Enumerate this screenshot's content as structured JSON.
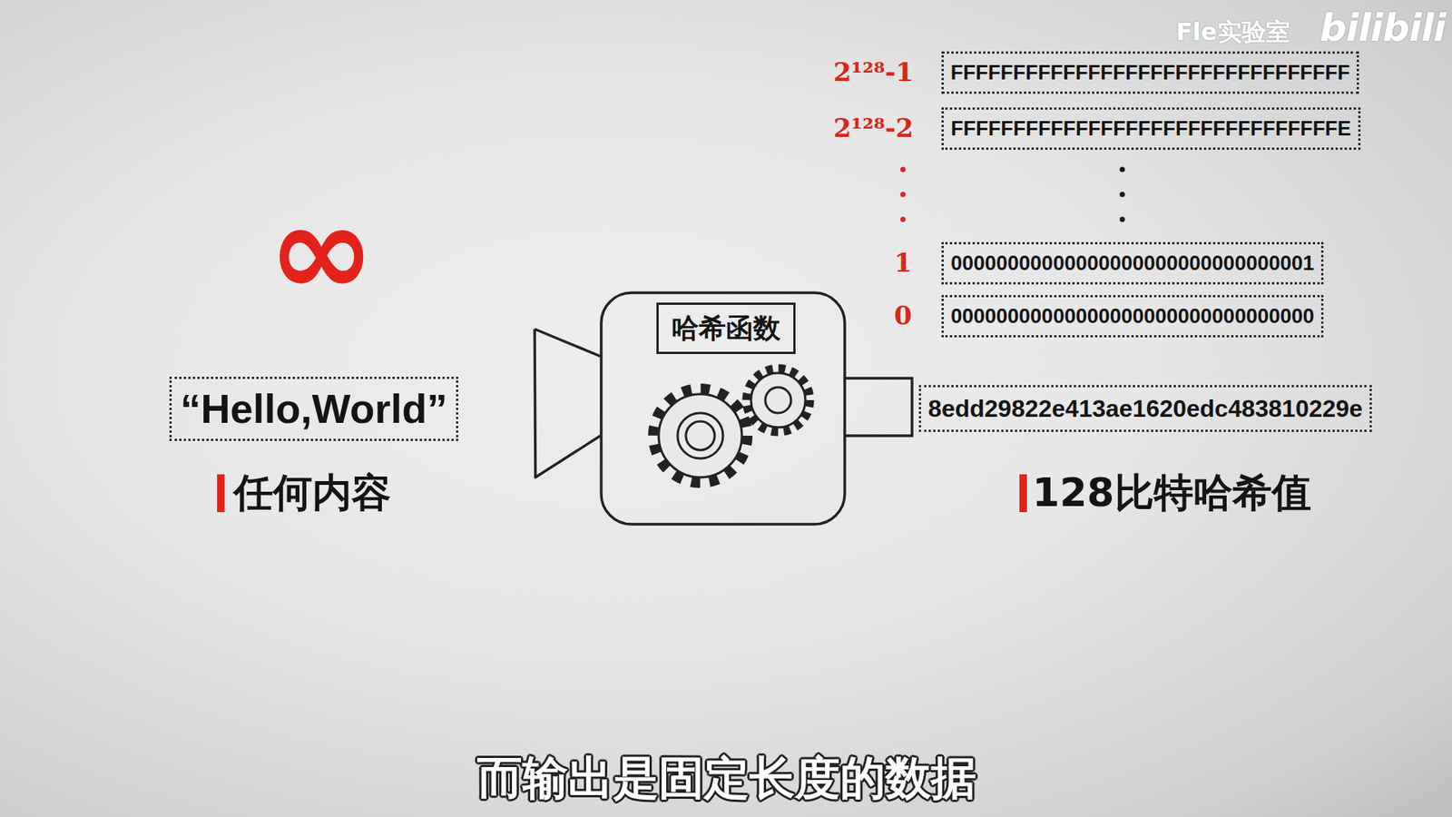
{
  "diagram": {
    "caption": "而输出是固定长度的数据",
    "nodes": [
      {
        "text": [
          "FFFFFFFFFFFFFFFFFFFFFFFFFFFFFFFF"
        ]
      },
      {
        "text": [
          "FFFFFFFFFFFFFFFFFFFFFFFFFFFFFFFE"
        ]
      },
      {
        "text": [
          "00000000000000000000000000000001"
        ]
      },
      {
        "text": [
          "00000000000000000000000000000000"
        ]
      },
      {
        "text": [
          "“Hello,World”"
        ]
      },
      {
        "text": [
          "哈希函数"
        ]
      },
      {
        "text": [
          "8edd29822e413ae1620edc483810229e"
        ]
      }
    ],
    "labels": [
      "Fle实验室",
      "bilibili",
      "2¹²⁸-1",
      "2¹²⁸-2",
      "1",
      "0",
      "∞",
      "任何内容",
      "128比特哈希值"
    ]
  }
}
